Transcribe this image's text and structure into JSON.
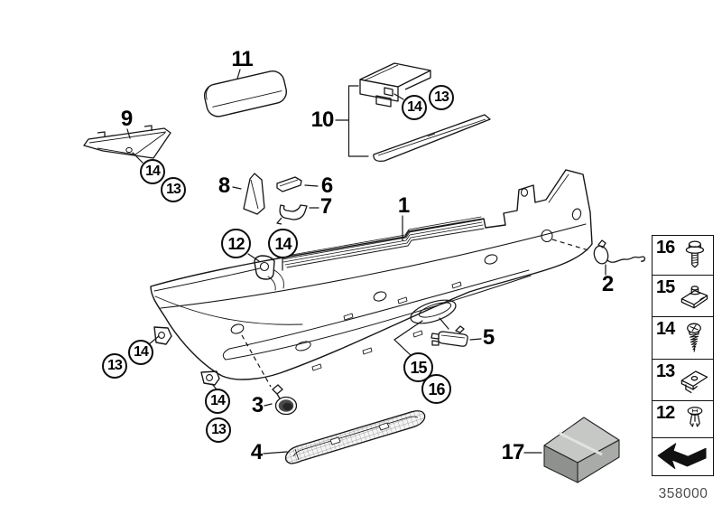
{
  "meta": {
    "doc_number": "358000"
  },
  "labels": {
    "p1": "1",
    "p2": "2",
    "p3": "3",
    "p4": "4",
    "p5": "5",
    "p6": "6",
    "p7": "7",
    "p8": "8",
    "p9": "9",
    "p10": "10",
    "p11": "11",
    "p17": "17"
  },
  "callouts": {
    "c12": "12",
    "c13": "13",
    "c14": "14",
    "c15": "15",
    "c16": "16"
  },
  "sidebar": {
    "items": [
      {
        "num": "16",
        "icon": "hex-flange-bolt-icon"
      },
      {
        "num": "15",
        "icon": "clip-nut-stud-icon"
      },
      {
        "num": "14",
        "icon": "pan-head-screw-icon"
      },
      {
        "num": "13",
        "icon": "clip-nut-plate-icon"
      },
      {
        "num": "12",
        "icon": "expanding-rivet-icon"
      }
    ],
    "footer_icon": "direction-arrow-icon"
  },
  "colors": {
    "line": "#161616",
    "box_top": "#c6c8c6",
    "box_front": "#8f918f",
    "box_side": "#a9aba9",
    "sensor_ring": "#4a4a4a",
    "sensor_core": "#262626",
    "doc_number_text": "#4d4d4d"
  }
}
